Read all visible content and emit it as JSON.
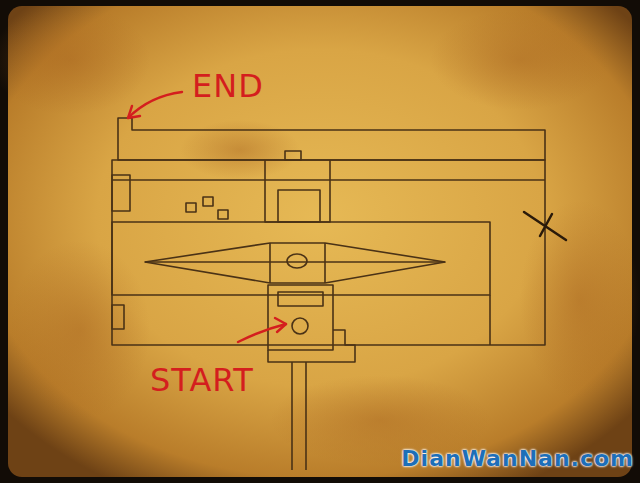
{
  "diagram": {
    "labels": [
      "END",
      "START",
      "DianWanNan.com"
    ]
  }
}
